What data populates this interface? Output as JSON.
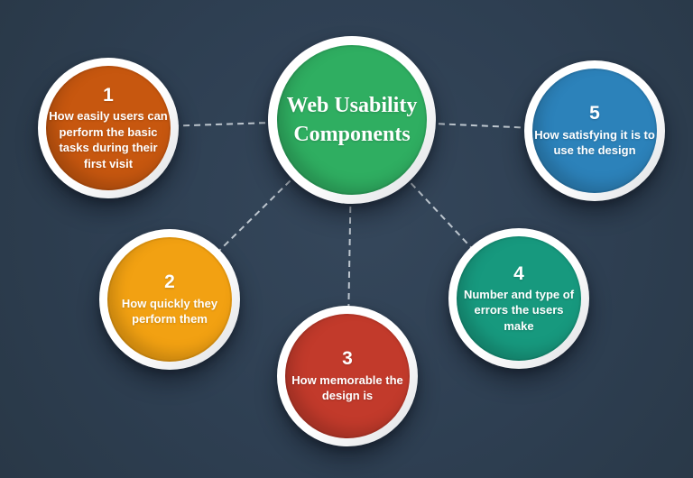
{
  "title": {
    "line1": "Web Usability",
    "line2": "Components"
  },
  "nodes": [
    {
      "number": "1",
      "text": "How easily users can perform the basic tasks during their first visit",
      "color": "#c7570f"
    },
    {
      "number": "2",
      "text": "How quickly they perform them",
      "color": "#f2a112"
    },
    {
      "number": "3",
      "text": "How memorable the design is",
      "color": "#c23a2b"
    },
    {
      "number": "4",
      "text": "Number and type of errors the users make",
      "color": "#17997e"
    },
    {
      "number": "5",
      "text": "How satisfying it is to use the design",
      "color": "#2c82ba"
    }
  ],
  "center": {
    "color": "#2fae61"
  },
  "colors": {
    "background": "#2e3f52",
    "connector": "#cdd5dc",
    "ring": "#ffffff",
    "text": "#ffffff"
  }
}
